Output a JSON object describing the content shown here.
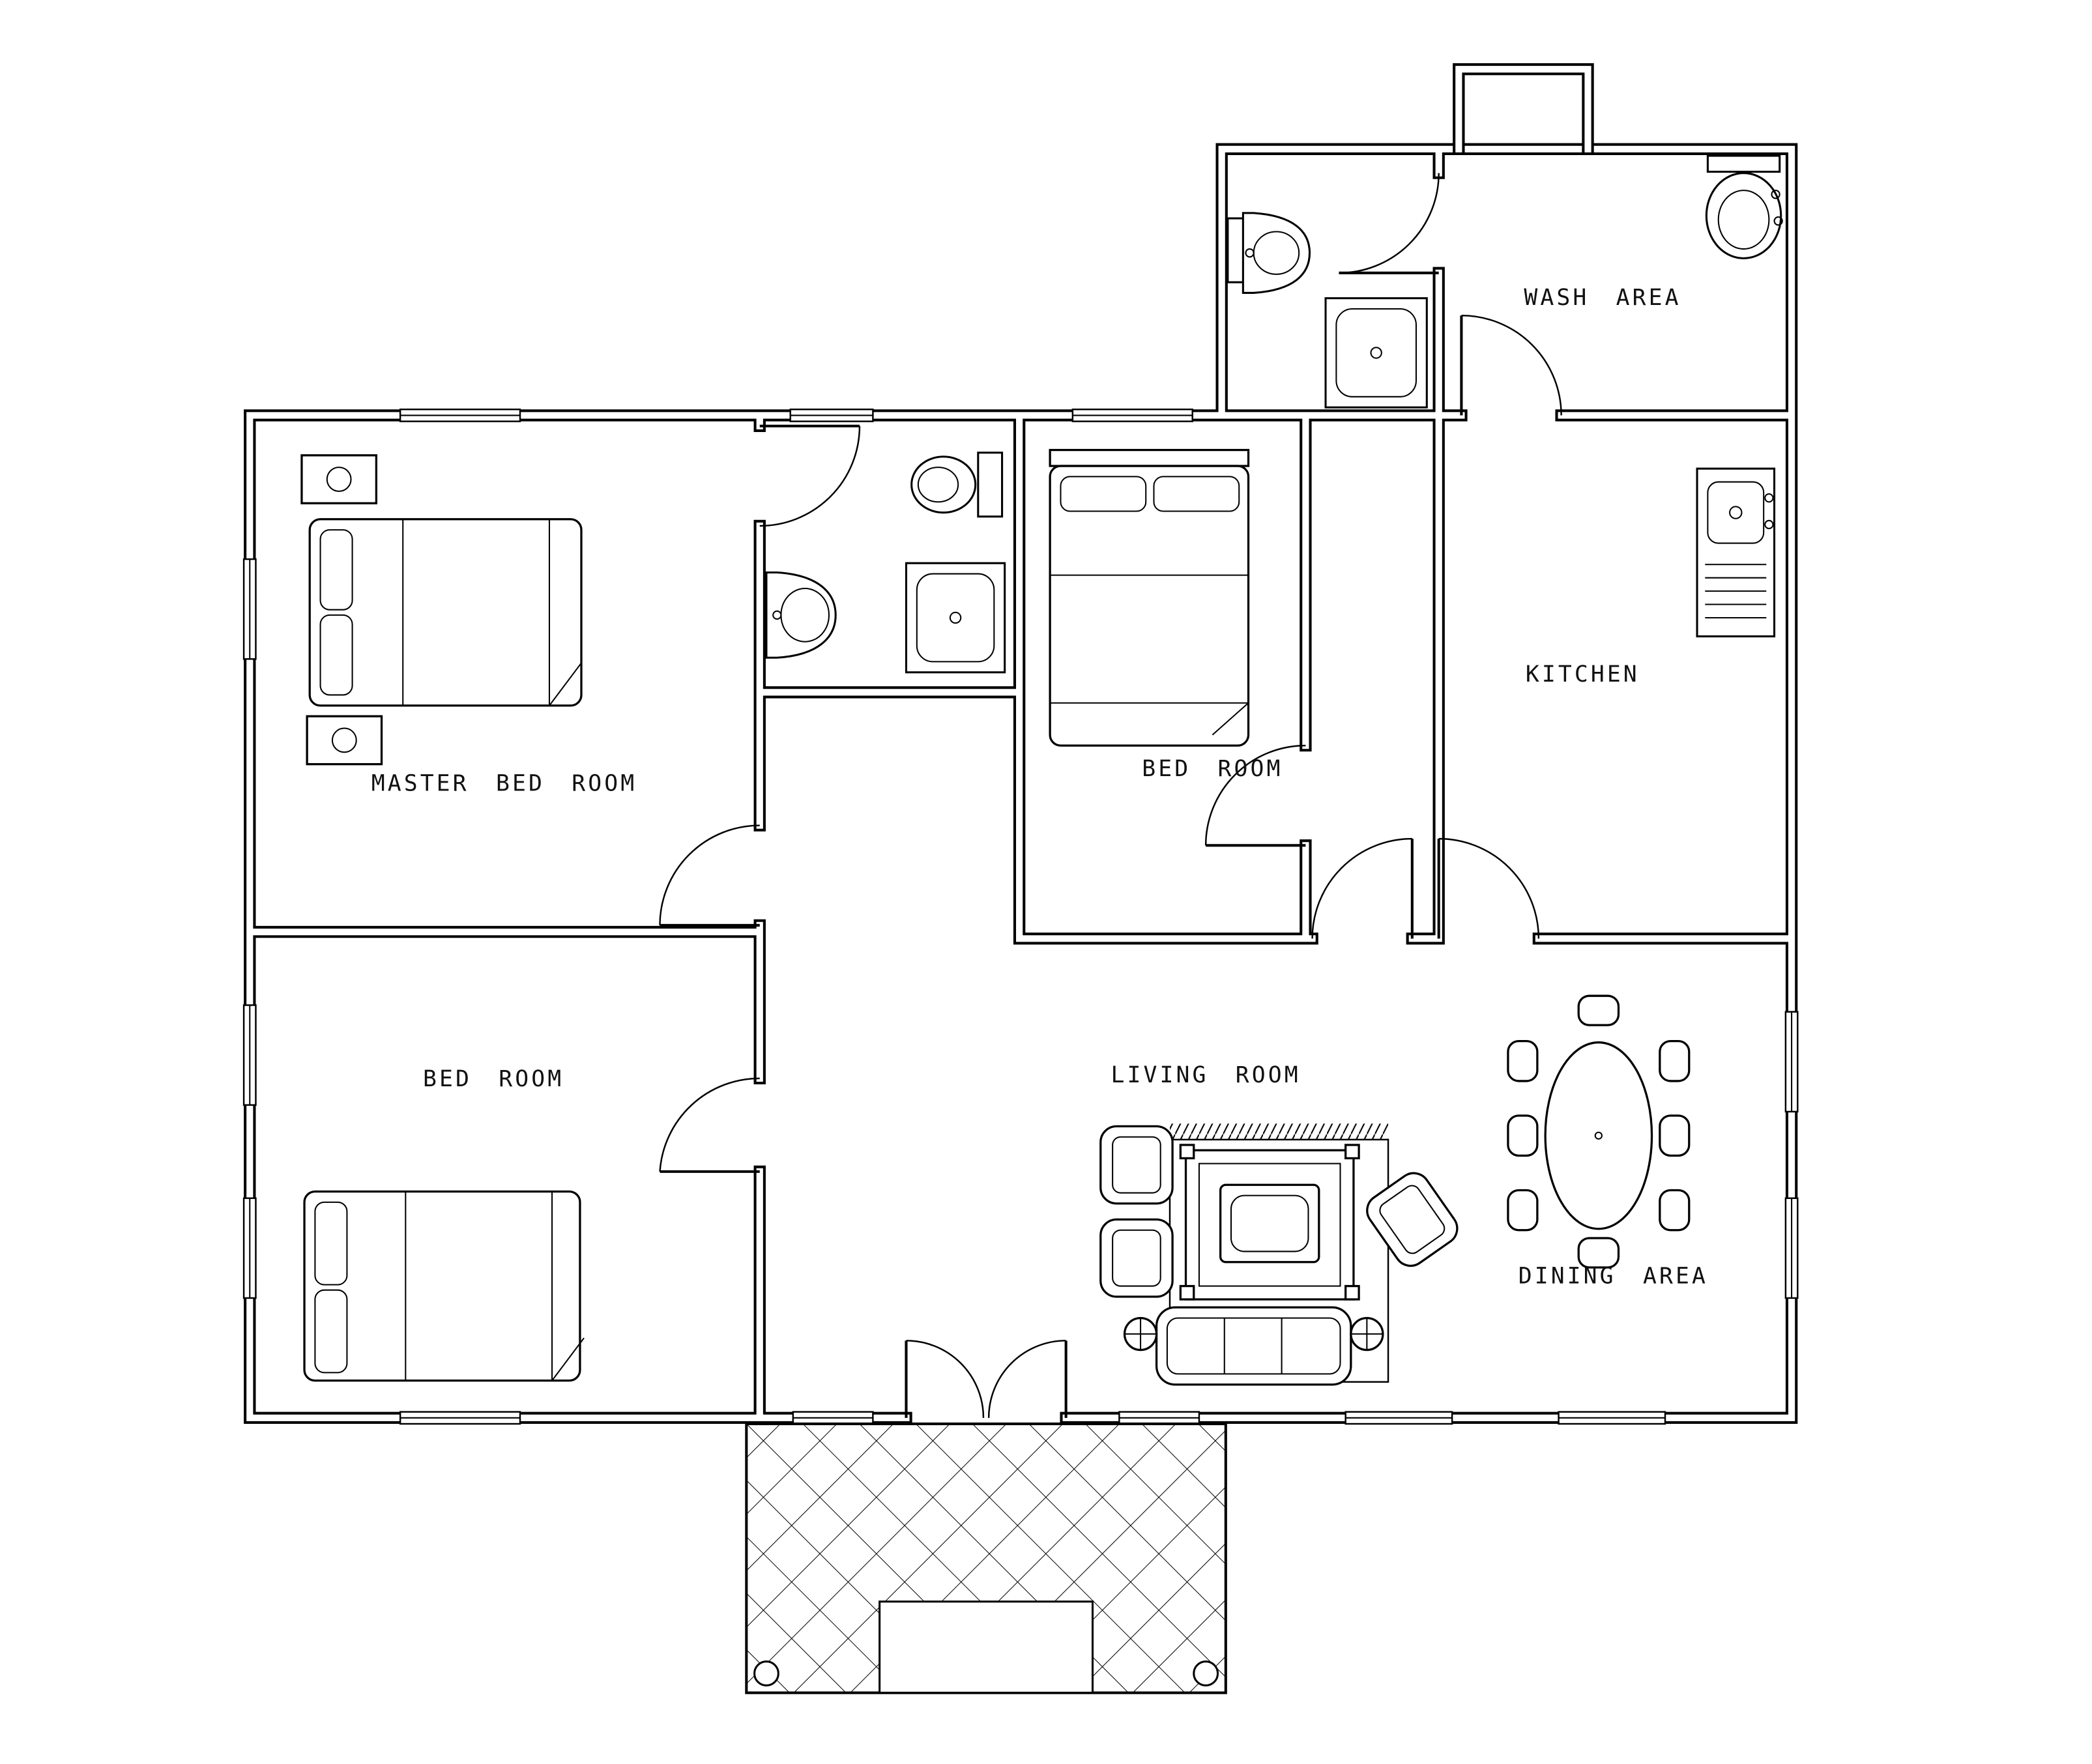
{
  "page": {
    "background": "#ffffff",
    "line_color": "#000000",
    "drawing_type": "house floor plan"
  },
  "plan": {
    "rooms": [
      {
        "id": "master-bed-room",
        "label": "MASTER BED ROOM"
      },
      {
        "id": "bed-room-top",
        "label": "BED ROOM"
      },
      {
        "id": "kitchen",
        "label": "KITCHEN"
      },
      {
        "id": "wash-area",
        "label": "WASH AREA"
      },
      {
        "id": "bed-room-bottom",
        "label": "BED ROOM"
      },
      {
        "id": "living-room",
        "label": "LIVING ROOM"
      },
      {
        "id": "dining-area",
        "label": "DINING AREA"
      }
    ]
  }
}
